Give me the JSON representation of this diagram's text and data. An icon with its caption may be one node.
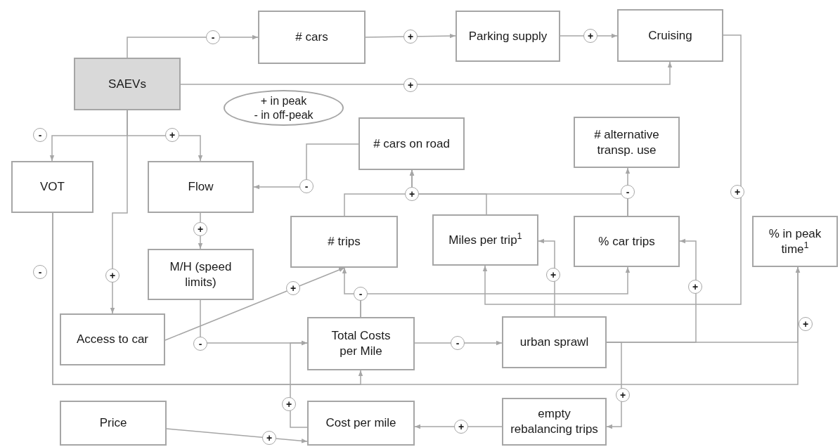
{
  "diagram": {
    "nodes": [
      {
        "text": [
          "SAEVs"
        ]
      },
      {
        "text": [
          "# cars"
        ]
      },
      {
        "text": [
          "Parking supply"
        ]
      },
      {
        "text": [
          "Cruising"
        ]
      },
      {
        "text": [
          "+ in peak",
          "- in off-peak"
        ]
      },
      {
        "text": [
          "# cars on road"
        ]
      },
      {
        "text": [
          "# alternative transp. use"
        ]
      },
      {
        "text": [
          "VOT"
        ]
      },
      {
        "text": [
          "Flow"
        ]
      },
      {
        "text": [
          "# trips"
        ]
      },
      {
        "text": [
          "Miles per trip$^{1}$"
        ]
      },
      {
        "text": [
          "% car trips"
        ]
      },
      {
        "text": [
          "% in peak time$^{1}$"
        ]
      },
      {
        "text": [
          "M/H (speed limits)"
        ]
      },
      {
        "text": [
          "Access to car"
        ]
      },
      {
        "text": [
          "Total Costs per Mile"
        ]
      },
      {
        "text": [
          "urban sprawl"
        ]
      },
      {
        "text": [
          "Price"
        ]
      },
      {
        "text": [
          "Cost per mile"
        ]
      },
      {
        "text": [
          "empty rebalancing trips"
        ]
      }
    ],
    "edges": [
      {
        "from": 0,
        "to": 1,
        "arrow": "to",
        "label": "-"
      },
      {
        "from": 1,
        "to": 2,
        "arrow": "to",
        "label": "+"
      },
      {
        "from": 2,
        "to": 3,
        "arrow": "to",
        "label": "+"
      },
      {
        "from": 0,
        "to": 3,
        "arrow": "to",
        "label": "+"
      },
      {
        "from": 0,
        "to": 7,
        "arrow": "to",
        "label": "-"
      },
      {
        "from": 0,
        "to": 8,
        "arrow": "to",
        "label": "+"
      },
      {
        "from": 0,
        "to": 14,
        "arrow": "to",
        "label": "+"
      },
      {
        "from": 5,
        "to": 8,
        "arrow": "to",
        "label": "-"
      },
      {
        "from": 9,
        "to": 5,
        "arrow": "to",
        "label": "+"
      },
      {
        "from": 10,
        "to": 5,
        "arrow": "to"
      },
      {
        "from": 11,
        "to": 5,
        "arrow": "to"
      },
      {
        "from": 11,
        "to": 6,
        "arrow": "to",
        "label": "-"
      },
      {
        "from": 8,
        "to": 13,
        "arrow": "to",
        "label": "+"
      },
      {
        "from": 3,
        "to": 10,
        "arrow": "to",
        "label": "+"
      },
      {
        "from": 14,
        "to": 9,
        "arrow": "to",
        "label": "+"
      },
      {
        "from": 13,
        "to": 15,
        "arrow": "to",
        "label": "-"
      },
      {
        "from": 15,
        "to": 9,
        "arrow": "to",
        "label": "-"
      },
      {
        "from": 15,
        "to": 11,
        "arrow": "to"
      },
      {
        "from": 15,
        "to": 16,
        "arrow": "to",
        "label": "-"
      },
      {
        "from": 16,
        "to": 10,
        "arrow": "to",
        "label": "+"
      },
      {
        "from": 16,
        "to": 11,
        "arrow": "to",
        "label": "+"
      },
      {
        "from": 16,
        "to": 12,
        "arrow": "to",
        "label": "+"
      },
      {
        "from": 16,
        "to": 19,
        "arrow": "to",
        "label": "+"
      },
      {
        "from": 19,
        "to": 18,
        "arrow": "to",
        "label": "+"
      },
      {
        "from": 17,
        "to": 18,
        "arrow": "to",
        "label": "+"
      },
      {
        "from": 18,
        "to": 15,
        "arrow": "to",
        "label": "+"
      },
      {
        "from": 7,
        "to": 15,
        "arrow": "to",
        "label": "-"
      },
      {
        "from": 7,
        "to": 12,
        "arrow": "to"
      }
    ]
  }
}
